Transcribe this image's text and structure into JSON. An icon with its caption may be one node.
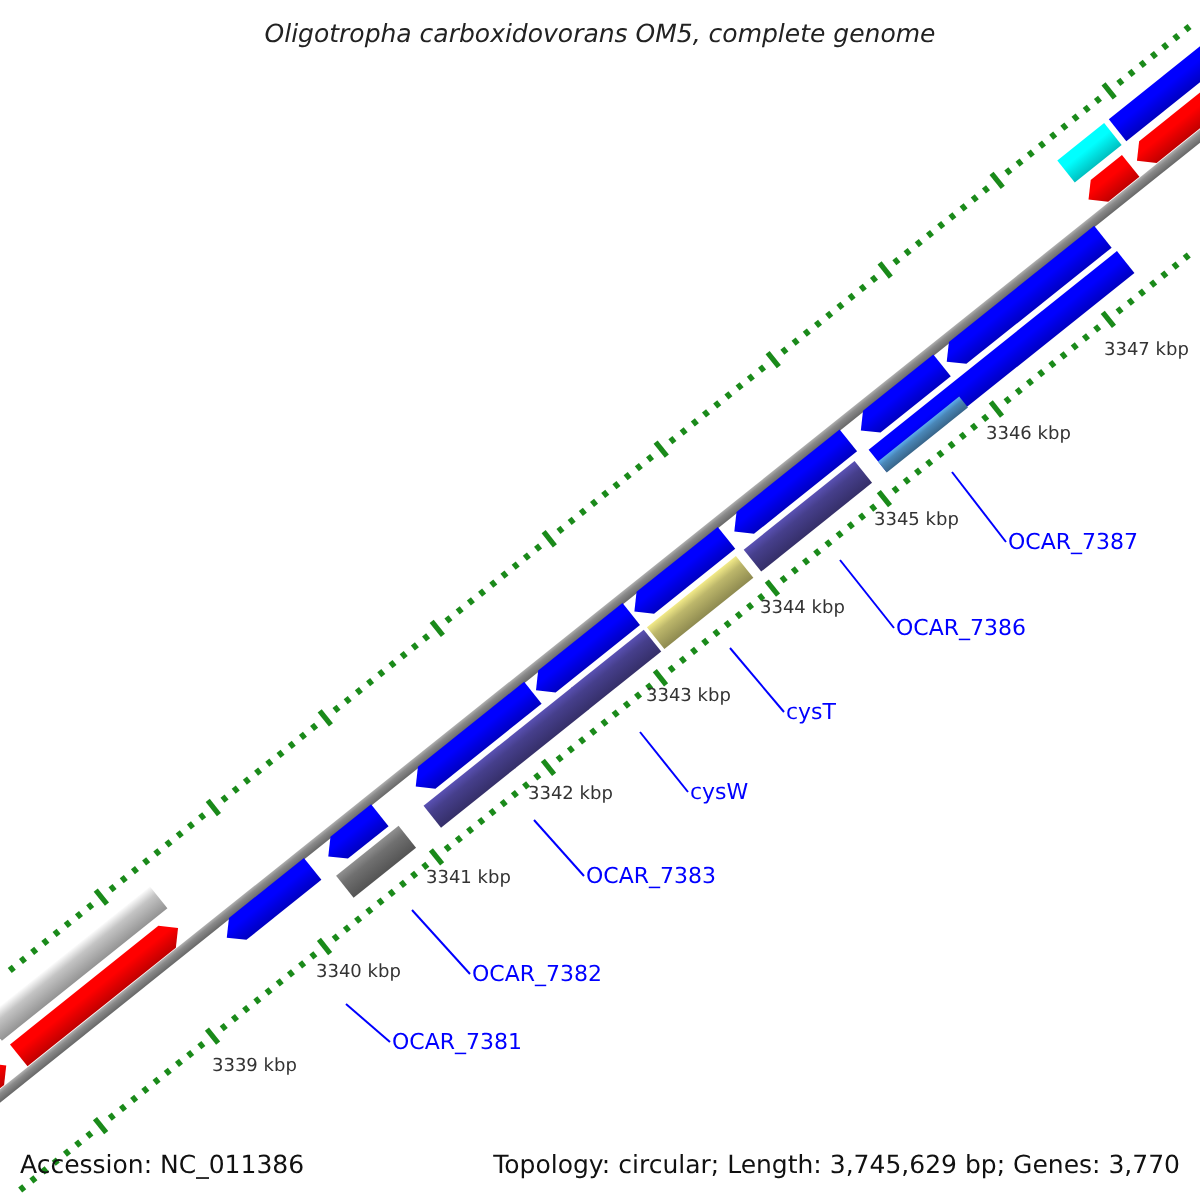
{
  "diagram": {
    "title": "Oligotropha carboxidovorans OM5, complete genome",
    "nodes": [
      {
        "text": [
          "OCAR_7387"
        ]
      },
      {
        "text": [
          "OCAR_7386"
        ]
      },
      {
        "text": [
          "cysT"
        ]
      },
      {
        "text": [
          "cysW"
        ]
      },
      {
        "text": [
          "OCAR_7383"
        ]
      },
      {
        "text": [
          "OCAR_7382"
        ]
      },
      {
        "text": [
          "OCAR_7381"
        ]
      }
    ],
    "edges": [
      {
        "from": 0,
        "to": null,
        "arrow": "none"
      },
      {
        "from": 1,
        "to": null,
        "arrow": "none"
      },
      {
        "from": 2,
        "to": null,
        "arrow": "none"
      },
      {
        "from": 3,
        "to": null,
        "arrow": "none"
      },
      {
        "from": 4,
        "to": null,
        "arrow": "none"
      },
      {
        "from": 5,
        "to": null,
        "arrow": "none"
      },
      {
        "from": 6,
        "to": null,
        "arrow": "none"
      }
    ],
    "labels": [
      "3347 kbp",
      "3346 kbp",
      "3345 kbp",
      "3344 kbp",
      "3343 kbp",
      "3342 kbp",
      "3341 kbp",
      "3340 kbp",
      "3339 kbp",
      "Accession: NC_011386",
      "Topology: circular; Length: 3,745,629 bp; Genes: 3,770"
    ]
  }
}
